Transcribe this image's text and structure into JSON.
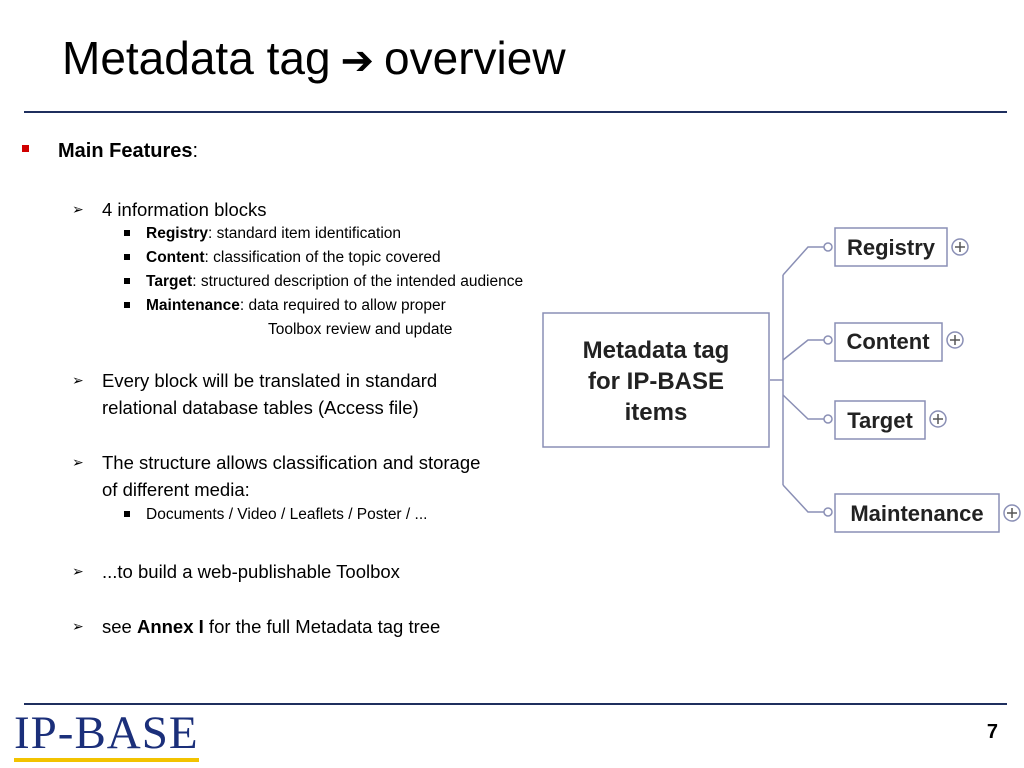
{
  "slide": {
    "title_left": "Metadata tag",
    "title_arrow": "➔",
    "title_right": "overview",
    "page_number": "7",
    "logo_text": "IP-BASE"
  },
  "content": {
    "main_bold": "Main Features",
    "main_colon": ":",
    "item1": "4 information blocks",
    "blocks": [
      {
        "name": "Registry",
        "desc": ": standard item identification"
      },
      {
        "name": "Content",
        "desc": ": classification of the topic covered"
      },
      {
        "name": "Target",
        "desc": ": structured description of the intended audience"
      },
      {
        "name": "Maintenance",
        "desc": ": data required to allow proper"
      }
    ],
    "maintenance_cont": "Toolbox review and update",
    "item2_line1": "Every block will be translated in standard",
    "item2_line2": "relational database tables (Access file)",
    "item3_line1": "The structure allows classification and storage",
    "item3_line2": "of different media:",
    "media": "Documents / Video / Leaflets / Poster / ...",
    "item4": "...to build a web-publishable Toolbox",
    "item5_pre": "see ",
    "item5_bold": "Annex I",
    "item5_post": " for the full Metadata tag tree"
  },
  "diagram": {
    "root_lines": [
      "Metadata tag",
      "for IP-BASE",
      "items"
    ],
    "children": [
      "Registry",
      "Content",
      "Target",
      "Maintenance"
    ],
    "expand_glyph": "+"
  },
  "colors": {
    "rule": "#1f2f5e",
    "bullet_red": "#d00000",
    "logo_blue": "#1b2f7a",
    "logo_underline": "#f2c300",
    "diagram_line": "#8a8fb5"
  }
}
